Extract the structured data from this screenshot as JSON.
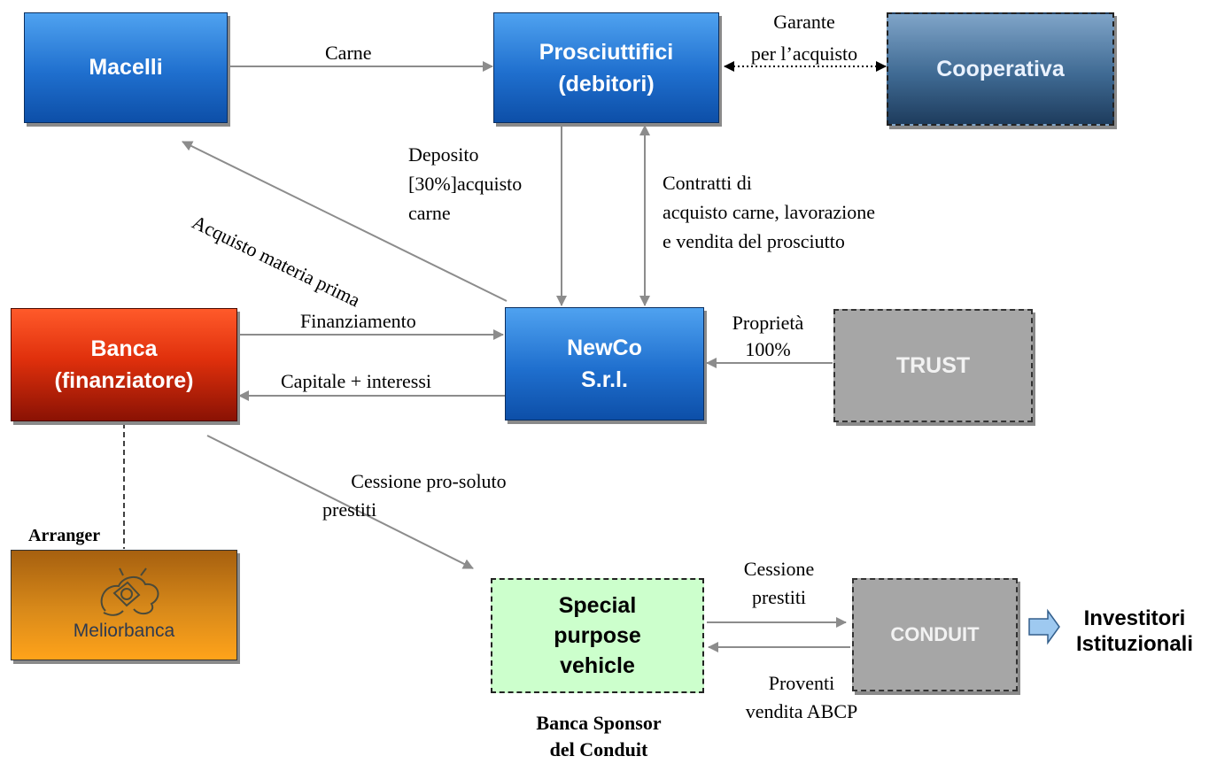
{
  "boxes": {
    "macelli": {
      "label": "Macelli"
    },
    "prosciuttifici": {
      "line1": "Prosciuttifici",
      "line2": "(debitori)"
    },
    "cooperativa": {
      "label": "Cooperativa"
    },
    "banca": {
      "line1": "Banca",
      "line2": "(finanziatore)"
    },
    "newco": {
      "line1": "NewCo",
      "line2": "S.r.l."
    },
    "trust": {
      "label": "TRUST"
    },
    "meliorbanca": {
      "label": "Meliorbanca"
    },
    "spv": {
      "line1": "Special",
      "line2": "purpose",
      "line3": "vehicle"
    },
    "conduit": {
      "label": "CONDUIT"
    },
    "investitori": {
      "line1": "Investitori",
      "line2": "Istituzionali"
    }
  },
  "labels": {
    "carne": "Carne",
    "garante_1": "Garante",
    "garante_2": "per l’acquisto",
    "deposito_1": "Deposito",
    "deposito_2": "[30%]acquisto",
    "deposito_3": "carne",
    "contratti_1": "Contratti di",
    "contratti_2": "acquisto carne, lavorazione",
    "contratti_3": "e vendita del prosciutto",
    "acquisto_mp": "Acquisto materia prima",
    "finanziamento": "Finanziamento",
    "capitale": "Capitale + interessi",
    "proprieta_1": "Proprietà",
    "proprieta_2": "100%",
    "cessione_pro_1": "Cessione pro-soluto",
    "cessione_pro_2": "prestiti",
    "arranger": "Arranger",
    "cessione_1": "Cessione",
    "cessione_2": "prestiti",
    "proventi_1": "Proventi",
    "proventi_2": "vendita ABCP",
    "sponsor_1": "Banca Sponsor",
    "sponsor_2": "del Conduit"
  },
  "colors": {
    "blue_box": "#1f6fce",
    "banca_red": "#e83a10",
    "meliorbanca_orange": "#d98a1a",
    "grey_box": "#a6a6a6",
    "spv_green": "#ccffcc",
    "arrow": "#8c8c8c"
  }
}
